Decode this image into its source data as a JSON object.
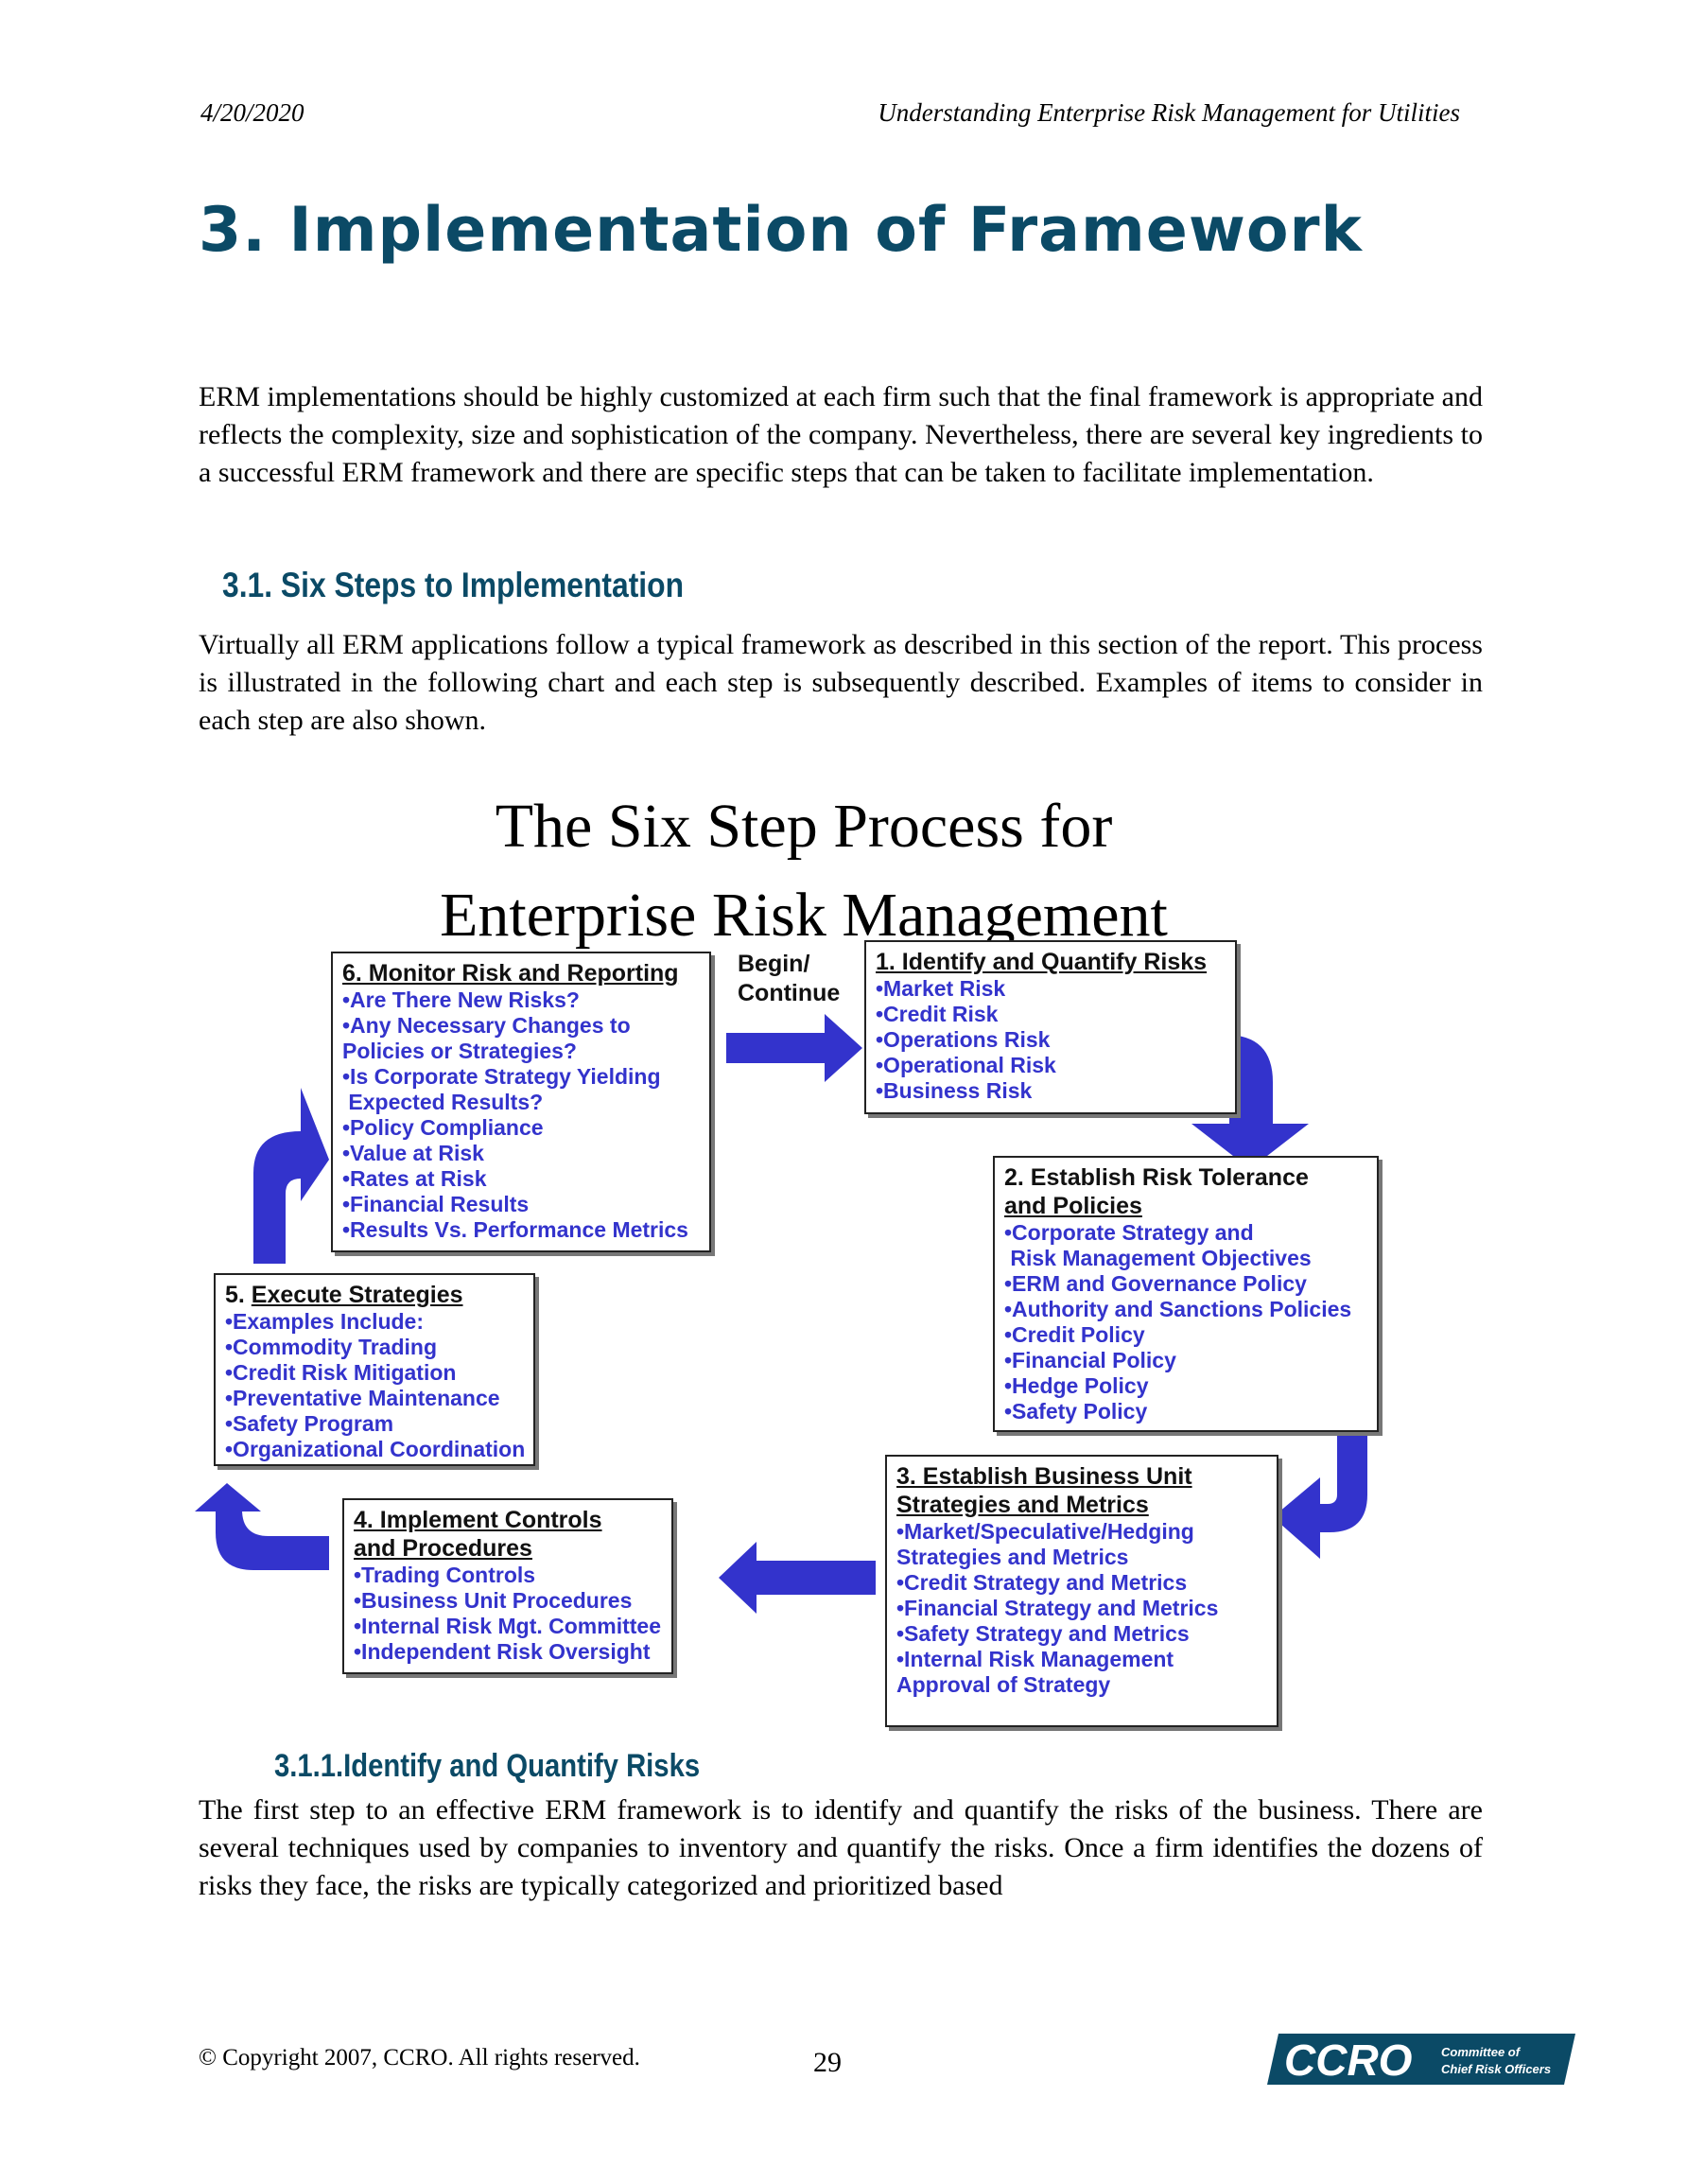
{
  "header": {
    "date": "4/20/2020",
    "doc_title": "Understanding Enterprise Risk Management for Utilities"
  },
  "section_heading": "3.  Implementation of Framework",
  "intro_paragraph": "ERM implementations should be highly customized at each firm such that the final framework is appropriate and reflects the complexity, size and sophistication of the company.  Nevertheless, there are several key ingredients to a successful ERM framework and there are specific steps that can be taken to facilitate implementation.",
  "subsection_heading": "3.1. Six Steps to Implementation",
  "subsection_paragraph": "Virtually all ERM applications follow a typical framework as described in this section of the report.  This process is illustrated in the following chart and each step is subsequently described.  Examples of items to consider in each step are also shown.",
  "diagram": {
    "title_line1": "The Six Step Process for",
    "title_line2": "Enterprise Risk Management",
    "begin_label_1": "Begin/",
    "begin_label_2": "Continue",
    "arrow_color": "#3333cc",
    "item_color": "#3333cc",
    "steps": [
      {
        "title": "1. Identify and Quantify Risks",
        "items": [
          "•Market Risk",
          "•Credit Risk",
          "•Operations Risk",
          "•Operational Risk",
          "•Business Risk"
        ]
      },
      {
        "title_line1": "2. Establish Risk Tolerance",
        "title_line2": "and Policies",
        "items": [
          "•Corporate Strategy and",
          " Risk Management Objectives",
          "•ERM and Governance Policy",
          "•Authority and Sanctions Policies",
          "•Credit Policy",
          "•Financial Policy",
          "•Hedge Policy",
          "•Safety Policy"
        ]
      },
      {
        "title_line1": "3. Establish Business Unit",
        "title_line2": "Strategies and Metrics",
        "items": [
          "•Market/Speculative/Hedging",
          "Strategies and Metrics",
          "•Credit Strategy and Metrics",
          "•Financial Strategy and Metrics",
          "•Safety Strategy and Metrics",
          "•Internal Risk Management",
          "Approval of Strategy"
        ]
      },
      {
        "title_line1": "4. Implement Controls",
        "title_line2": "and Procedures",
        "items": [
          "•Trading Controls",
          "•Business Unit Procedures",
          "•Internal Risk Mgt. Committee",
          "•Independent Risk Oversight"
        ]
      },
      {
        "title_prefix": "5. ",
        "title": "Execute Strategies",
        "items": [
          "•Examples Include:",
          "•Commodity Trading",
          "•Credit Risk Mitigation",
          "•Preventative Maintenance",
          "•Safety Program",
          "•Organizational Coordination"
        ]
      },
      {
        "title": "6. Monitor Risk and Reporting",
        "items": [
          "•Are There New Risks?",
          "•Any Necessary Changes to",
          "Policies or Strategies?",
          "•Is Corporate Strategy Yielding",
          " Expected Results?",
          "•Policy Compliance",
          "•Value at Risk",
          "•Rates at Risk",
          "•Financial Results",
          "•Results Vs. Performance Metrics"
        ]
      }
    ]
  },
  "subsubsection_heading": "3.1.1.Identify and Quantify Risks",
  "final_paragraph": "The first step to an effective ERM framework is to identify and quantify the risks of the business. There are several techniques used by companies to inventory and quantify the risks.  Once a firm identifies the dozens of risks they face, the risks are typically categorized and prioritized based",
  "footer": {
    "copyright": "© Copyright 2007, CCRO.  All rights reserved.",
    "page_number": "29",
    "logo_text": "CCRO",
    "logo_subtext_1": "Committee of",
    "logo_subtext_2": "Chief Risk Officers",
    "logo_color": "#0b4a66"
  }
}
